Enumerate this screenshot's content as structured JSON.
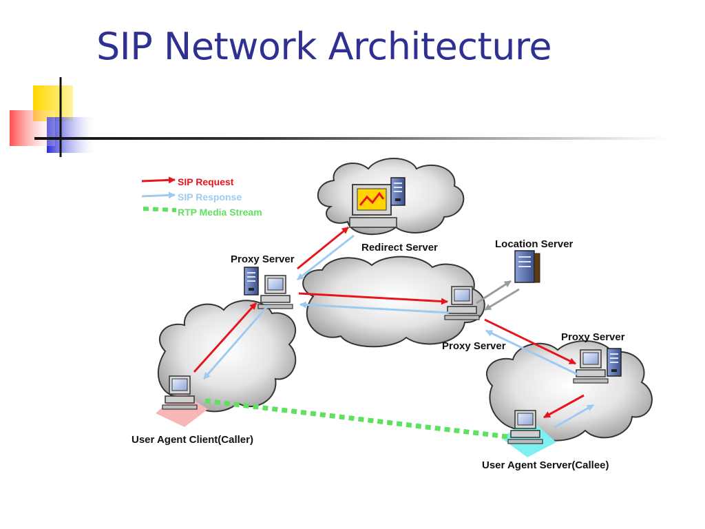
{
  "slide": {
    "title": "SIP Network Architecture",
    "title_color": "#2e3192"
  },
  "legend": [
    {
      "label": "SIP Request",
      "color": "#e8141c",
      "style": "arrow-solid"
    },
    {
      "label": "SIP Response",
      "color": "#9ccaf2",
      "style": "arrow-solid"
    },
    {
      "label": "RTP Media Stream",
      "color": "#60e060",
      "style": "dashed"
    }
  ],
  "nodes": {
    "redirect_server": {
      "label": "Redirect Server",
      "icon": "server-workstation-icon"
    },
    "location_server": {
      "label": "Location Server",
      "icon": "server-tower-icon"
    },
    "proxy_server_left": {
      "label": "Proxy Server",
      "icon": "server-workstation-icon"
    },
    "proxy_server_center": {
      "label": "Proxy Server",
      "icon": "workstation-icon"
    },
    "proxy_server_right": {
      "label": "Proxy Server",
      "icon": "server-workstation-icon"
    },
    "uac": {
      "label": "User Agent Client(Caller)",
      "icon": "pc-icon",
      "highlight": "#f7b7b7"
    },
    "uas": {
      "label": "User Agent Server(Callee)",
      "icon": "pc-icon",
      "highlight": "#7ff0f0"
    }
  },
  "colors": {
    "request": "#e8141c",
    "response": "#9ccaf2",
    "media": "#60e060",
    "location_link": "#9a9a9a"
  }
}
